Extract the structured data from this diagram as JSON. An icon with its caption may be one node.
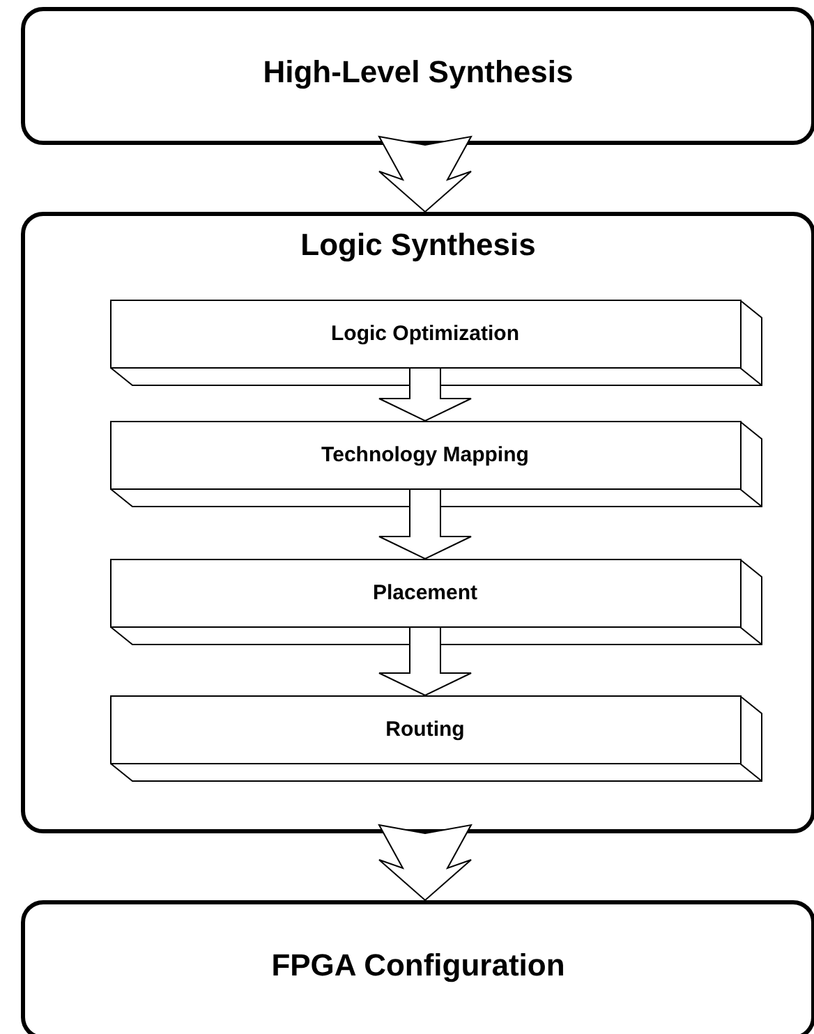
{
  "diagram": {
    "nodes": [
      {
        "text": [
          "High-Level Synthesis"
        ]
      },
      {
        "text": [
          "Logic Synthesis"
        ]
      },
      {
        "text": [
          "Logic Optimization"
        ],
        "in": 1
      },
      {
        "text": [
          "Technology Mapping"
        ],
        "in": 1
      },
      {
        "text": [
          "Placement"
        ],
        "in": 1
      },
      {
        "text": [
          "Routing"
        ],
        "in": 1
      },
      {
        "text": [
          "FPGA Configuration"
        ]
      }
    ],
    "edges": [
      {
        "from": 0,
        "to": 1,
        "arrow": "to"
      },
      {
        "from": 2,
        "to": 3,
        "arrow": "to"
      },
      {
        "from": 3,
        "to": 4,
        "arrow": "to"
      },
      {
        "from": 4,
        "to": 5,
        "arrow": "to"
      },
      {
        "from": 1,
        "to": 6,
        "arrow": "to"
      }
    ]
  }
}
